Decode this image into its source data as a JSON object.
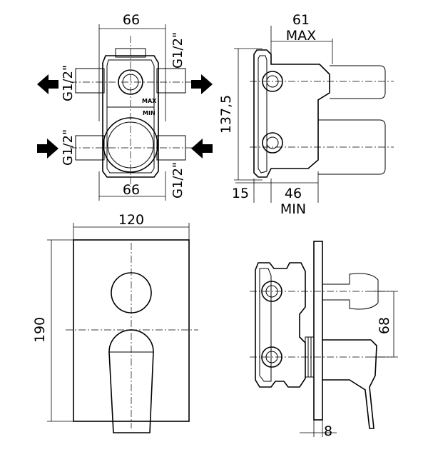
{
  "dimensions": {
    "top_width": "66",
    "bottom_width": "66",
    "depth_max": "61",
    "max_label": "MAX",
    "height": "137,5",
    "plate_offset": "15",
    "depth_min": "46",
    "min_label": "MIN",
    "plate_width": "120",
    "plate_height": "190",
    "handle_offset": "68",
    "plate_thickness": "8"
  },
  "ports": {
    "top_left": "G1/2\"",
    "top_right": "G1/2\"",
    "bottom_left": "G1/2\"",
    "bottom_right": "G1/2\""
  },
  "body_marks": {
    "max": "MAX",
    "min": "MIN"
  },
  "icons": {
    "outlet_left": "arrow-left-icon",
    "outlet_right": "arrow-right-icon",
    "inlet_left": "arrow-right-icon",
    "inlet_right": "arrow-left-icon"
  }
}
